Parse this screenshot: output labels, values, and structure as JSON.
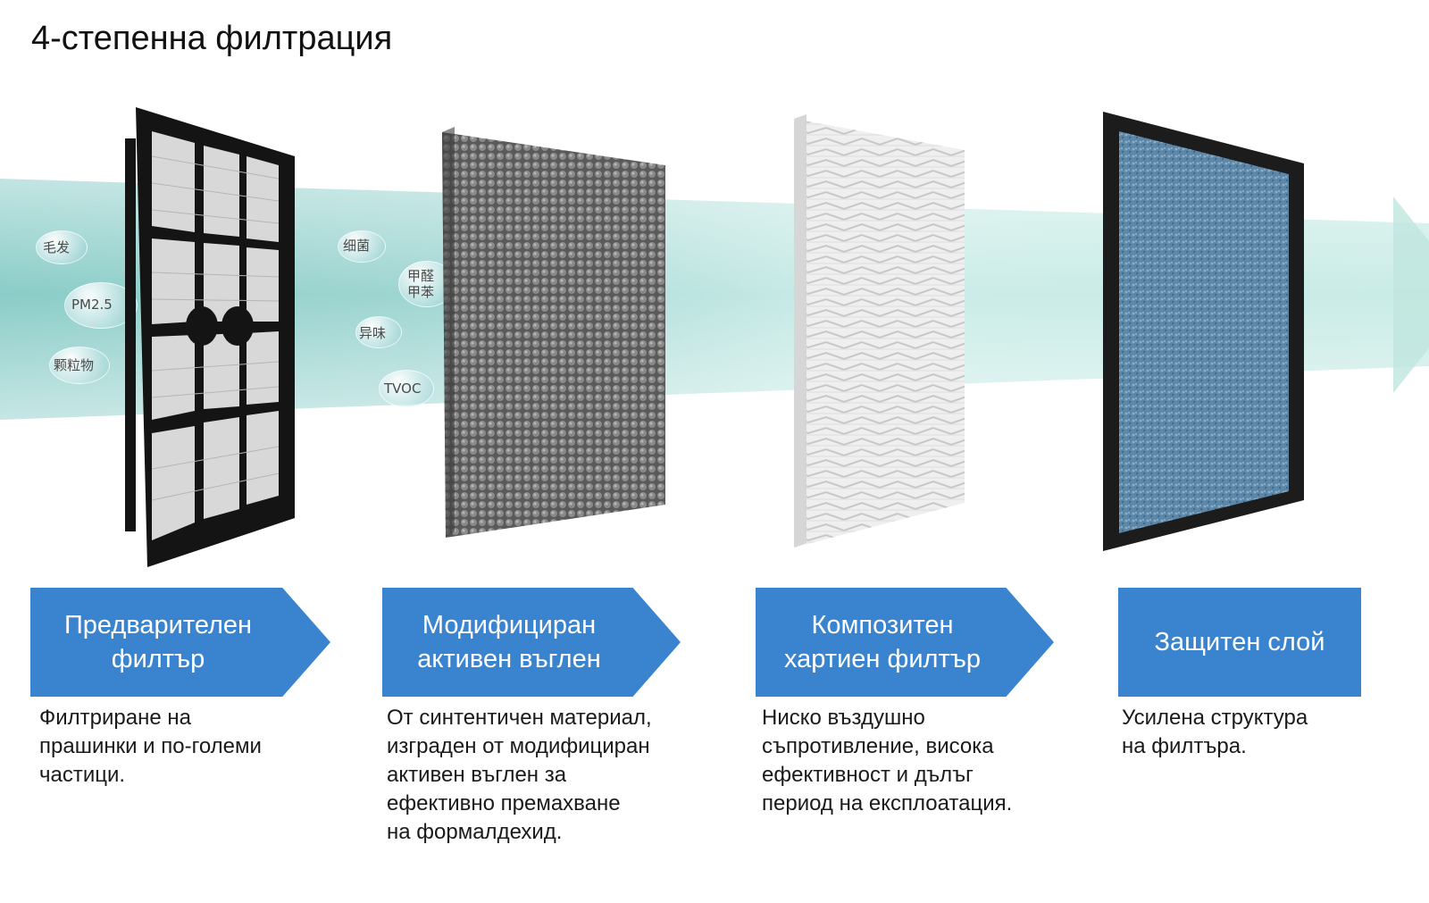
{
  "title": "4-степенна филтрация",
  "bubbles": [
    {
      "text": "毛发"
    },
    {
      "text": "PM2.5"
    },
    {
      "text": "颗粒物"
    },
    {
      "text": "细菌"
    },
    {
      "text": "甲醛 甲苯"
    },
    {
      "text": "异味"
    },
    {
      "text": "TVOC"
    }
  ],
  "stages": [
    {
      "label": "Предварителен\nфилтър",
      "description": "Филтриране на\nпрашинки и по-големи\nчастици.",
      "image": "pre-filter-frame"
    },
    {
      "label": "Модифициран\nактивен въглен",
      "description": "От синтентичен материал,\nизграден от модифициран\nактивен въглен за\nефективно премахване\nна формалдехид.",
      "image": "activated-carbon-block"
    },
    {
      "label": "Композитен\nхартиен филтър",
      "description": "Ниско въздушно\nсъпротивление, висока\nефективност и дълъг\nпериод на експлоатация.",
      "image": "pleated-paper-filter"
    },
    {
      "label": "Защитен слой",
      "description": "Усилена структура\nна филтъра.",
      "image": "protective-mesh-panel"
    }
  ],
  "colors": {
    "banner": "#3a84cf",
    "airflow": "#2aa39a",
    "frame": "#141414",
    "carbon": "#6b6b6b",
    "mesh": "#5d87a8"
  }
}
